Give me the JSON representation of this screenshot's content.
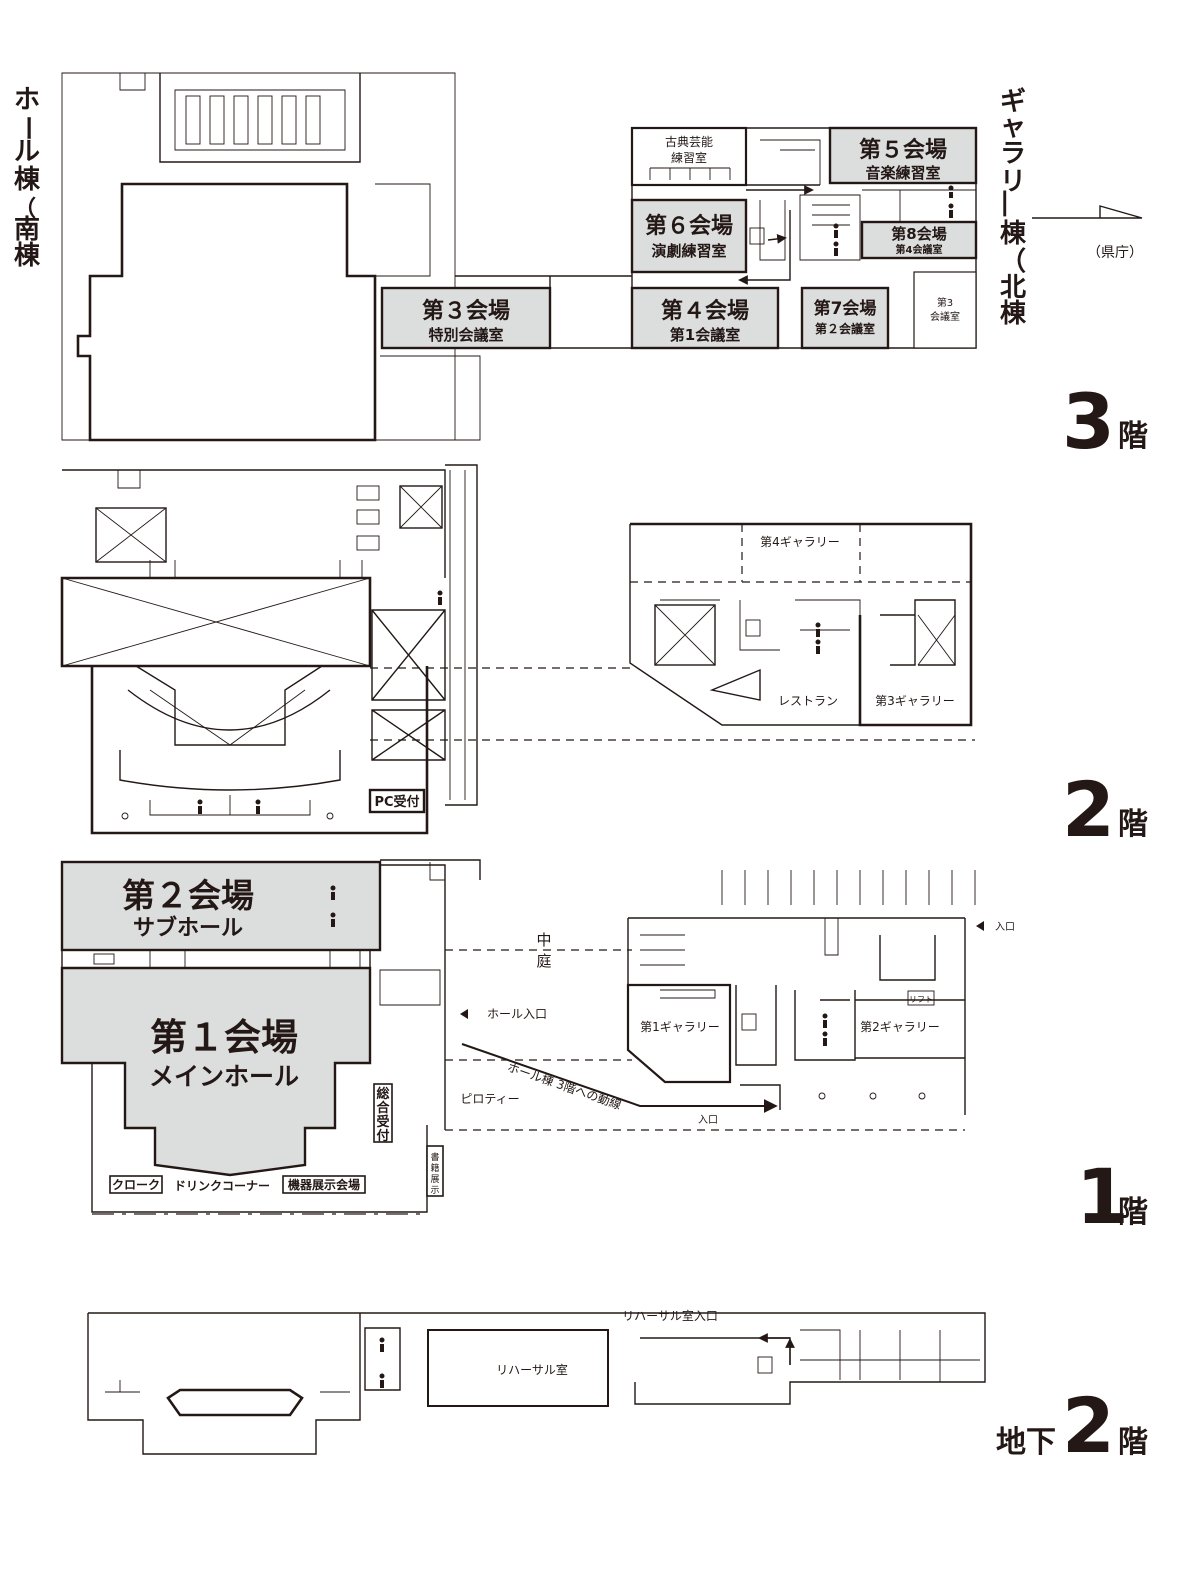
{
  "wings": {
    "hall": "ホール棟（南棟）",
    "gallery": "ギャラリー棟（北棟）",
    "prefecture_office": "（県庁）"
  },
  "floors": {
    "f3": {
      "num": "3",
      "unit": "階"
    },
    "f2": {
      "num": "2",
      "unit": "階"
    },
    "f1": {
      "num": "1",
      "unit": "階"
    },
    "b2": {
      "prefix": "地下",
      "num": "2",
      "unit": "階"
    }
  },
  "rooms_3f": {
    "classical_room": {
      "line1": "古典芸能",
      "line2": "練習室"
    },
    "venue5": {
      "title": "第５会場",
      "sub": "音楽練習室"
    },
    "venue6": {
      "title": "第６会場",
      "sub": "演劇練習室"
    },
    "venue8": {
      "title": "第8会場",
      "sub": "第4会議室"
    },
    "venue3": {
      "title": "第３会場",
      "sub": "特別会議室"
    },
    "venue4": {
      "title": "第４会場",
      "sub": "第1会議室"
    },
    "venue7": {
      "title": "第7会場",
      "sub": "第２会議室"
    },
    "meeting3": {
      "line1": "第3",
      "line2": "会議室"
    }
  },
  "rooms_2f": {
    "gallery4": "第4ギャラリー",
    "restaurant": "レストラン",
    "gallery3": "第3ギャラリー",
    "pc_reception": "PC受付"
  },
  "rooms_1f": {
    "venue2": {
      "title": "第２会場",
      "sub": "サブホール"
    },
    "venue1": {
      "title": "第１会場",
      "sub": "メインホール"
    },
    "courtyard": {
      "c1": "中",
      "c2": "庭"
    },
    "hall_entrance": "ホール入口",
    "pilotis": "ピロティー",
    "route": "ホール棟 3階への動線",
    "entrance": "入口",
    "entrance_north": "入口",
    "gallery1": "第1ギャラリー",
    "gallery2": "第2ギャラリー",
    "lift": "リフト",
    "reception": {
      "c1": "総",
      "c2": "合",
      "c3": "受",
      "c4": "付"
    },
    "book_display": {
      "c1": "書",
      "c2": "籍",
      "c3": "展",
      "c4": "示"
    },
    "cloak": "クローク",
    "drink_corner": "ドリンクコーナー",
    "equipment_hall": "機器展示会場"
  },
  "rooms_b2": {
    "rehearsal": "リハーサル室",
    "rehearsal_entrance": "リハーサル室入口"
  }
}
